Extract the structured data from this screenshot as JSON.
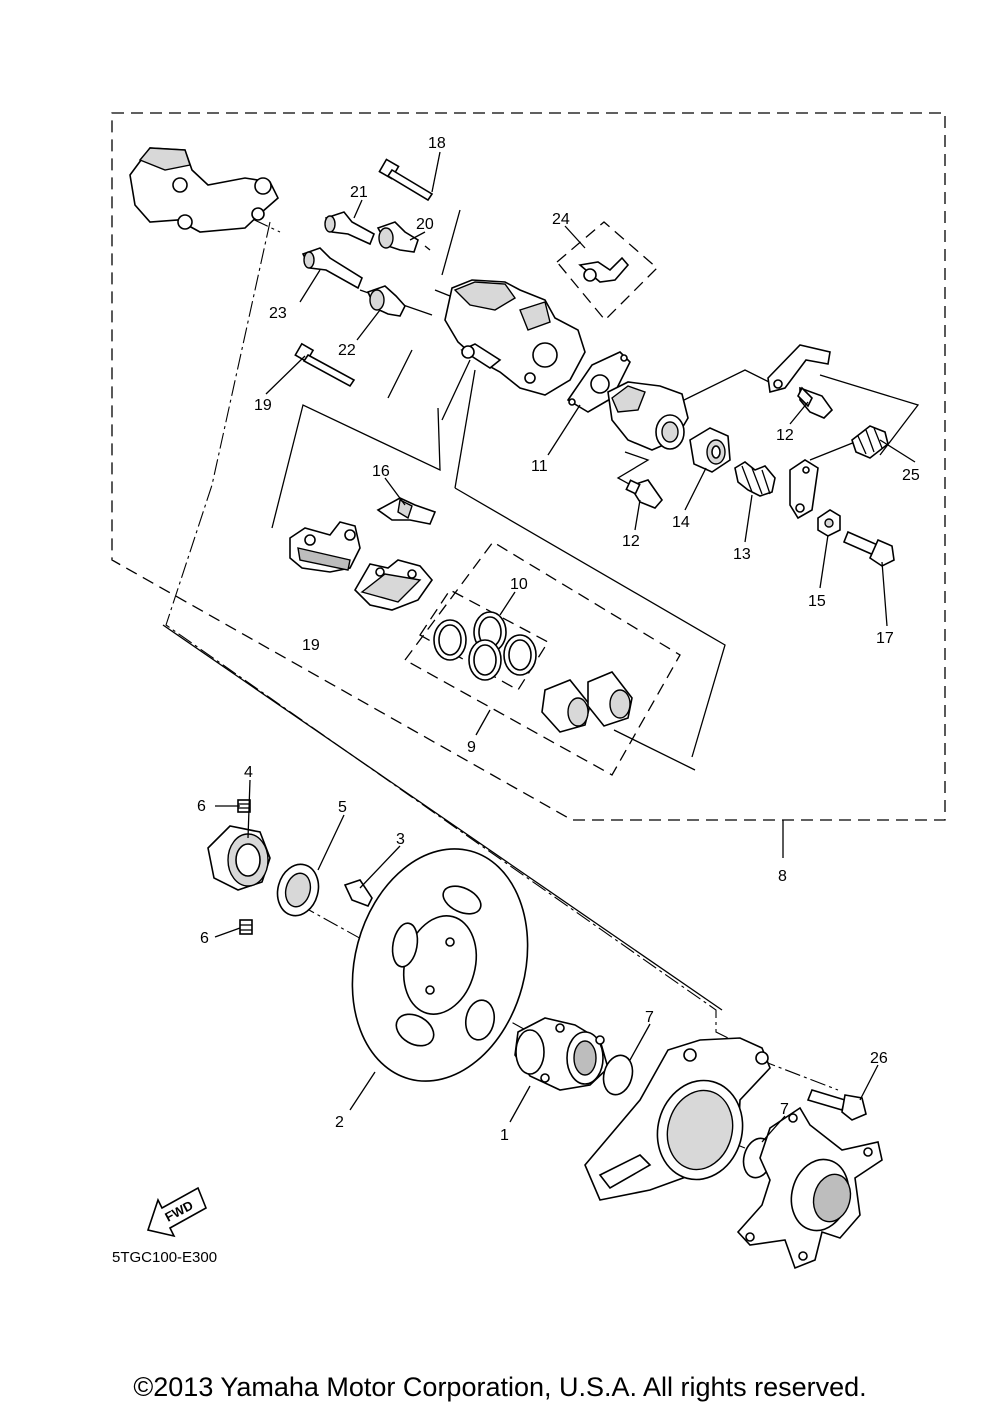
{
  "diagram": {
    "parts": [
      {
        "id": "p1",
        "number": "1"
      },
      {
        "id": "p2",
        "number": "2"
      },
      {
        "id": "p3",
        "number": "3"
      },
      {
        "id": "p4",
        "number": "4"
      },
      {
        "id": "p5",
        "number": "5"
      },
      {
        "id": "p6a",
        "number": "6"
      },
      {
        "id": "p6b",
        "number": "6"
      },
      {
        "id": "p7a",
        "number": "7"
      },
      {
        "id": "p7b",
        "number": "7"
      },
      {
        "id": "p8",
        "number": "8"
      },
      {
        "id": "p9",
        "number": "9"
      },
      {
        "id": "p10",
        "number": "10"
      },
      {
        "id": "p11",
        "number": "11"
      },
      {
        "id": "p12a",
        "number": "12"
      },
      {
        "id": "p12b",
        "number": "12"
      },
      {
        "id": "p13",
        "number": "13"
      },
      {
        "id": "p14",
        "number": "14"
      },
      {
        "id": "p15",
        "number": "15"
      },
      {
        "id": "p16",
        "number": "16"
      },
      {
        "id": "p17",
        "number": "17"
      },
      {
        "id": "p18",
        "number": "18"
      },
      {
        "id": "p19a",
        "number": "19"
      },
      {
        "id": "p19b",
        "number": "19"
      },
      {
        "id": "p20",
        "number": "20"
      },
      {
        "id": "p21",
        "number": "21"
      },
      {
        "id": "p22",
        "number": "22"
      },
      {
        "id": "p23",
        "number": "23"
      },
      {
        "id": "p24",
        "number": "24"
      },
      {
        "id": "p25",
        "number": "25"
      },
      {
        "id": "p26",
        "number": "26"
      }
    ],
    "fwd_label": "FWD",
    "drawing_code": "5TGC100-E300"
  },
  "footer": {
    "copyright": "©2013 Yamaha Motor Corporation, U.S.A. All rights reserved."
  }
}
